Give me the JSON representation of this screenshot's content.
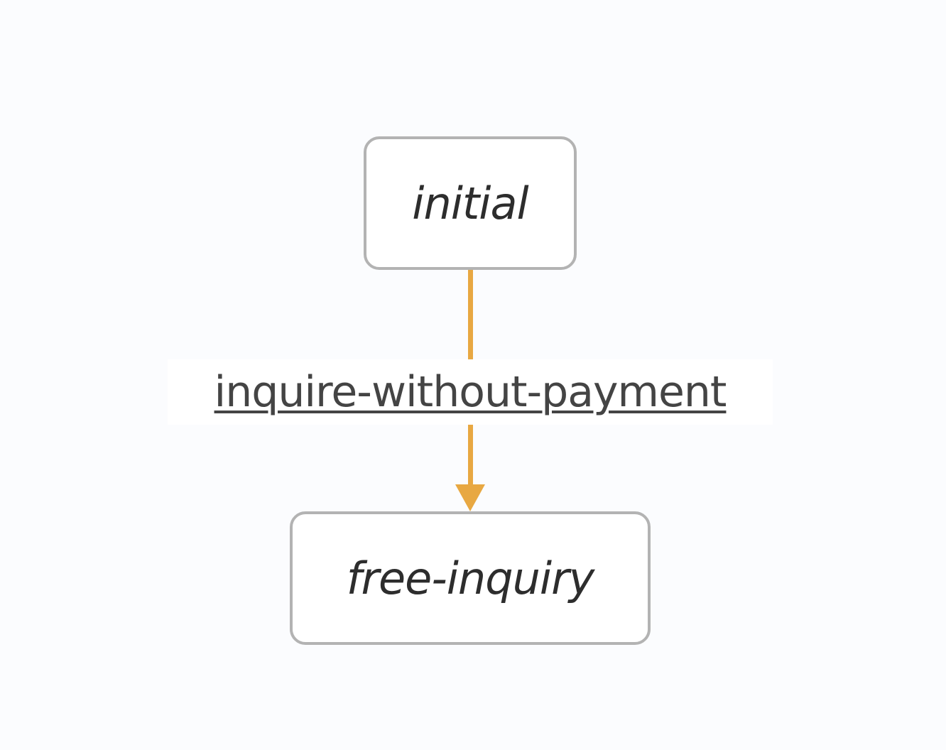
{
  "diagram": {
    "nodes": {
      "initial": {
        "label": "initial"
      },
      "free_inquiry": {
        "label": "free-inquiry"
      }
    },
    "edges": [
      {
        "from": "initial",
        "to": "free-inquiry",
        "label": "inquire-without-payment"
      }
    ],
    "colors": {
      "background": "#fbfcfe",
      "node_fill": "#ffffff",
      "node_border": "#b3b3b3",
      "edge": "#e8a842",
      "node_text": "#2d2d2d",
      "edge_label_text": "#444444"
    }
  }
}
